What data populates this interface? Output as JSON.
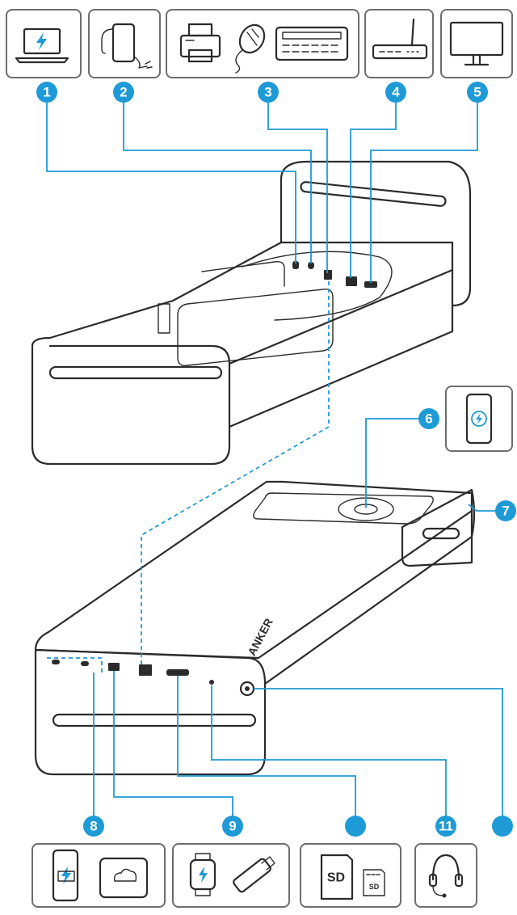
{
  "colors": {
    "accent": "#1e9ad6",
    "ink": "#2b2b2b",
    "box_border": "#6d6d6d",
    "body_fill": "#f4f4f4"
  },
  "brand": "ANKER",
  "sd_label": "SD",
  "microsd_label": "SD",
  "callouts": [
    {
      "id": "1",
      "label": "1",
      "device_icon": "laptop-charging-icon"
    },
    {
      "id": "2",
      "label": "2",
      "device_icon": "power-adapter-icon"
    },
    {
      "id": "3",
      "label": "3",
      "device_icon": "printer-mouse-keyboard-icon"
    },
    {
      "id": "4",
      "label": "4",
      "device_icon": "router-icon"
    },
    {
      "id": "5",
      "label": "5",
      "device_icon": "monitor-icon"
    },
    {
      "id": "6",
      "label": "6",
      "device_icon": "phone-wireless-charging-icon"
    },
    {
      "id": "7",
      "label": "7",
      "device_icon": ""
    },
    {
      "id": "8",
      "label": "8",
      "device_icon": "phone-drive-icon"
    },
    {
      "id": "9",
      "label": "9",
      "device_icon": "watch-usb-stick-icon"
    },
    {
      "id": "10",
      "label": "",
      "device_icon": "sd-card-icon"
    },
    {
      "id": "11",
      "label": "11",
      "device_icon": ""
    },
    {
      "id": "12",
      "label": "",
      "device_icon": "headset-icon"
    }
  ]
}
